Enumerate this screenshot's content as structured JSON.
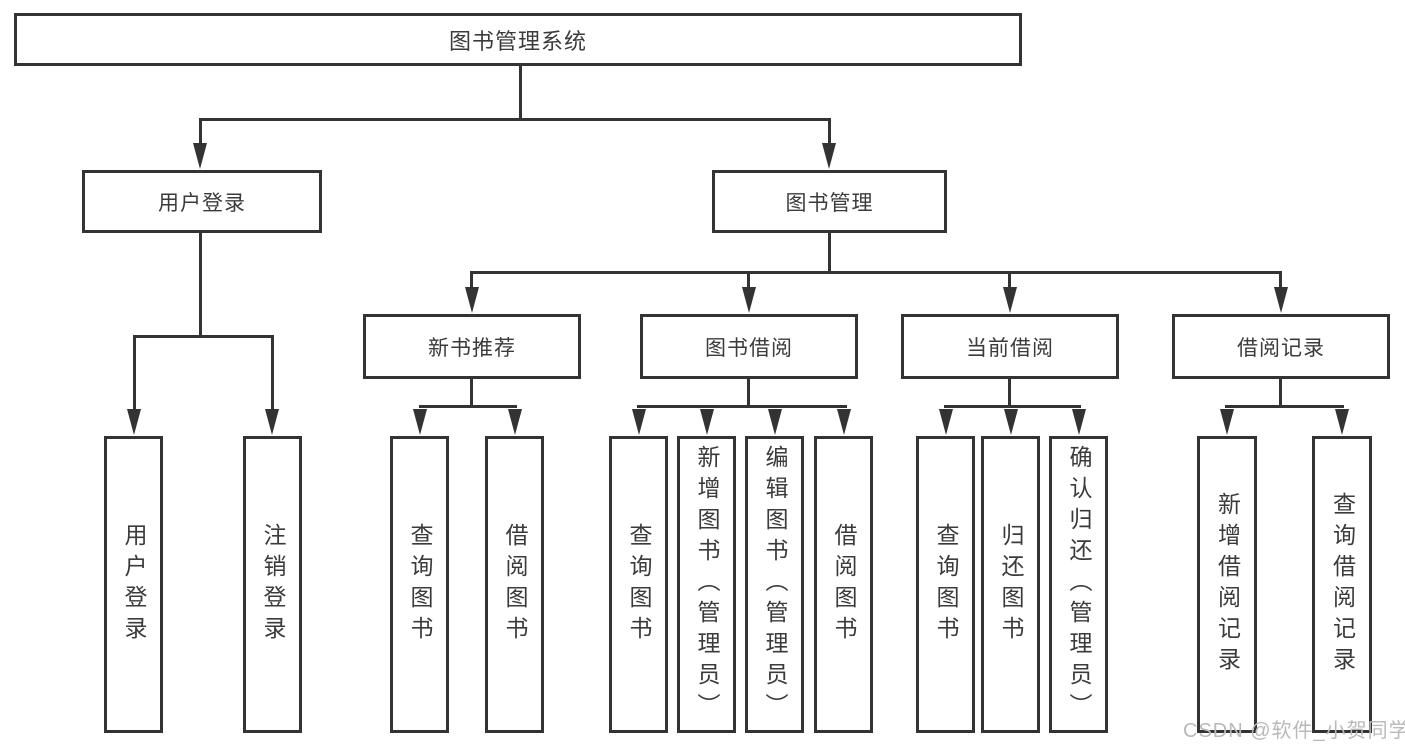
{
  "diagram": {
    "root": {
      "label": "图书管理系统"
    },
    "branches": [
      {
        "label": "用户登录",
        "children": [
          {
            "label": "用户登录"
          },
          {
            "label": "注销登录"
          }
        ]
      },
      {
        "label": "图书管理",
        "children": [
          {
            "label": "新书推荐",
            "children": [
              {
                "label": "查询图书"
              },
              {
                "label": "借阅图书"
              }
            ]
          },
          {
            "label": "图书借阅",
            "children": [
              {
                "label": "查询图书"
              },
              {
                "label": "新增图书（管理员）"
              },
              {
                "label": "编辑图书（管理员）"
              },
              {
                "label": "借阅图书"
              }
            ]
          },
          {
            "label": "当前借阅",
            "children": [
              {
                "label": "查询图书"
              },
              {
                "label": "归还图书"
              },
              {
                "label": "确认归还（管理员）"
              }
            ]
          },
          {
            "label": "借阅记录",
            "children": [
              {
                "label": "新增借阅记录"
              },
              {
                "label": "查询借阅记录"
              }
            ]
          }
        ]
      }
    ],
    "watermark": "CSDN @软件_小贺同学",
    "colors": {
      "line": "#333333",
      "text": "#3b3b3b",
      "watermark": "#b9b9b9",
      "background": "#ffffff"
    }
  }
}
